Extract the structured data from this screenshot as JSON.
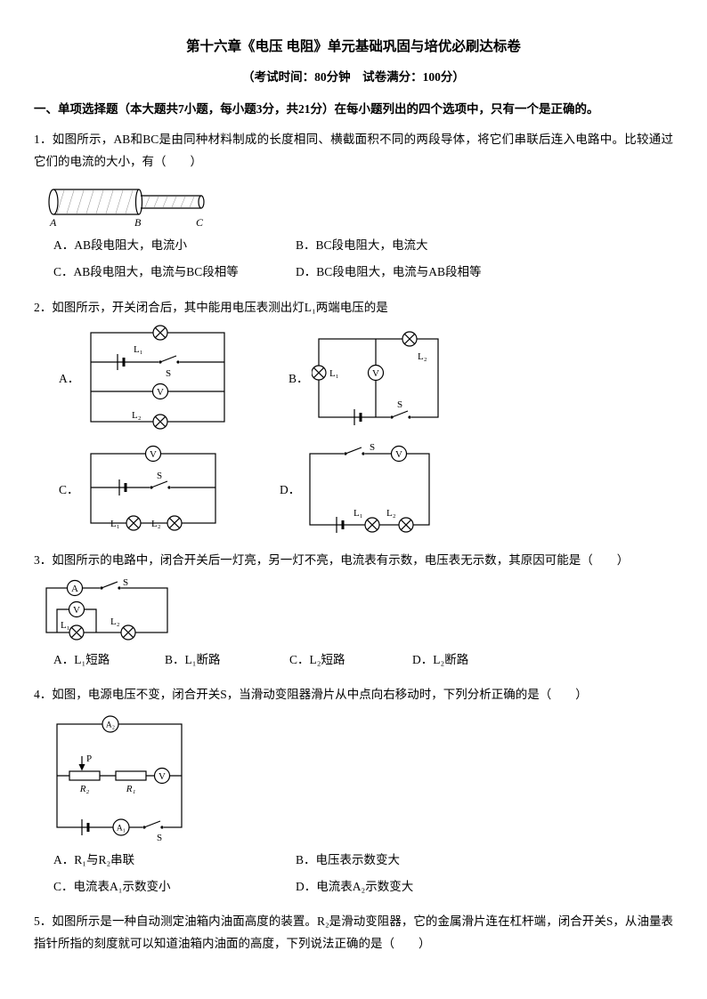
{
  "page": {
    "title": "第十六章《电压 电阻》单元基础巩固与培优必刷达标卷",
    "subtitle": "（考试时间：80分钟　试卷满分：100分）",
    "section_heading": "一、单项选择题（本大题共7小题，每小题3分，共21分）在每小题列出的四个选项中，只有一个是正确的。"
  },
  "q1": {
    "text": "1．如图所示，AB和BC是由同种材料制成的长度相同、横截面积不同的两段导体，将它们串联后连入电路中。比较通过它们的电流的大小，有（　　）",
    "figure": {
      "label_a": "A",
      "label_b": "B",
      "label_c": "C"
    },
    "options": {
      "a": "A．AB段电阻大，电流小",
      "b": "B．BC段电阻大，电流大",
      "c": "C．AB段电阻大，电流与BC段相等",
      "d": "D．BC段电阻大，电流与AB段相等"
    }
  },
  "q2": {
    "text": "2．如图所示，开关闭合后，其中能用电压表测出灯L₁两端电压的是",
    "circuit_a": {
      "label": "A．",
      "lamp1": "L₁",
      "lamp2": "L₂",
      "switch": "S",
      "voltmeter": "V"
    },
    "circuit_b": {
      "label": "B．",
      "lamp1": "L₁",
      "lamp2": "L₂",
      "switch": "S",
      "voltmeter": "V"
    },
    "circuit_c": {
      "label": "C．",
      "lamp1": "L₁",
      "lamp2": "L₂",
      "switch": "S",
      "voltmeter": "V"
    },
    "circuit_d": {
      "label": "D．",
      "lamp1": "L₁",
      "lamp2": "L₂",
      "switch": "S",
      "voltmeter": "V"
    }
  },
  "q3": {
    "text": "3．如图所示的电路中，闭合开关后一灯亮，另一灯不亮，电流表有示数，电压表无示数，其原因可能是（　　）",
    "circuit": {
      "ammeter": "A",
      "switch": "S",
      "voltmeter": "V",
      "lamp1": "L₁",
      "lamp2": "L₂"
    },
    "options": {
      "a": "A．L₁短路",
      "b": "B．L₁断路",
      "c": "C．L₂短路",
      "d": "D．L₂断路"
    }
  },
  "q4": {
    "text": "4．如图，电源电压不变，闭合开关S，当滑动变阻器滑片从中点向右移动时，下列分析正确的是（　　）",
    "circuit": {
      "ammeter2": "A₂",
      "slider": "P",
      "r2": "R₂",
      "r1": "R₁",
      "voltmeter": "V",
      "ammeter1": "A₁",
      "switch": "S"
    },
    "options": {
      "a": "A．R₁与R₂串联",
      "b": "B．电压表示数变大",
      "c": "C．电流表A₁示数变小",
      "d": "D．电流表A₂示数变大"
    }
  },
  "q5": {
    "text": "5．如图所示是一种自动测定油箱内油面高度的装置。R₂是滑动变阻器，它的金属滑片连在杠杆端，闭合开关S，从油量表指针所指的刻度就可以知道油箱内油面的高度，下列说法正确的是（　　）"
  }
}
